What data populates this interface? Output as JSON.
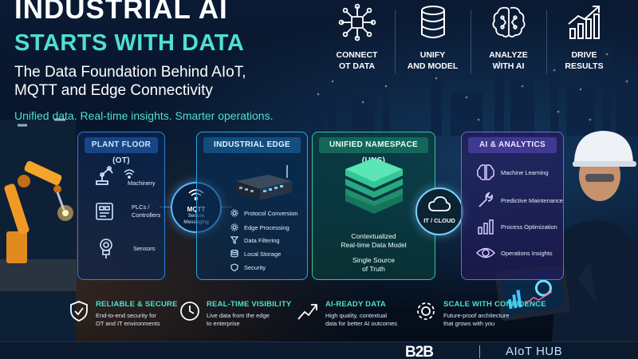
{
  "hero": {
    "line1": "INDUSTRIAL AI",
    "line2": "STARTS WITH DATA",
    "subtitle_1": "The Data Foundation Behind AIoT,",
    "subtitle_2": "MQTT and Edge Connectivity",
    "tagline": "Unified data. Real-time insights. Smarter operations."
  },
  "steps": [
    {
      "icon": "network-chip-icon",
      "line1": "CONNECT",
      "line2": "OT DATA"
    },
    {
      "icon": "database-icon",
      "line1": "UNIFY",
      "line2": "AND MODEL"
    },
    {
      "icon": "brain-icon",
      "line1": "ANALYZE",
      "line2": "WITH AI"
    },
    {
      "icon": "growth-chart-icon",
      "line1": "DRIVE",
      "line2": "RESULTS"
    }
  ],
  "panels": {
    "ot": {
      "title": "PLANT FLOOR (OT)",
      "items": [
        {
          "icon": "robot-arm-icon",
          "label_1": "Machinery",
          "label_2": ""
        },
        {
          "icon": "plc-icon",
          "label_1": "PLCs /",
          "label_2": "Controllers"
        },
        {
          "icon": "sensor-icon",
          "label_1": "Sensors",
          "label_2": ""
        }
      ]
    },
    "mqtt": {
      "title": "MQTT",
      "sub_1": "Secure",
      "sub_2": "Messaging"
    },
    "edge": {
      "title": "INDUSTRIAL EDGE",
      "items": [
        {
          "icon": "gear-icon",
          "label": "Protocol Conversion"
        },
        {
          "icon": "gear-icon",
          "label": "Edge Processing"
        },
        {
          "icon": "filter-icon",
          "label": "Data Filtering"
        },
        {
          "icon": "storage-icon",
          "label": "Local Storage"
        },
        {
          "icon": "shield-icon",
          "label": "Security"
        }
      ]
    },
    "uns": {
      "title": "UNIFIED NAMESPACE (UNS)",
      "text_1": "Contextualized",
      "text_2": "Real-time Data Model",
      "text_3": "Single Source",
      "text_4": "of Truth"
    },
    "cloud": {
      "label": "IT / CLOUD"
    },
    "ai": {
      "title": "AI & ANALYTICS",
      "items": [
        {
          "icon": "brain-icon",
          "label": "Machine Learning"
        },
        {
          "icon": "wrench-icon",
          "label": "Predictive Maintenance"
        },
        {
          "icon": "bar-chart-icon",
          "label": "Process Optimization"
        },
        {
          "icon": "eye-icon",
          "label": "Operations Insights"
        }
      ]
    }
  },
  "benefits": [
    {
      "icon": "shield-check-icon",
      "title": "RELIABLE & SECURE",
      "desc_1": "End-to-end security for",
      "desc_2": "OT and IT environments"
    },
    {
      "icon": "clock-icon",
      "title": "REAL-TIME VISIBILITY",
      "desc_1": "Live data from the edge",
      "desc_2": "to enterprise"
    },
    {
      "icon": "trend-up-icon",
      "title": "AI-READY DATA",
      "desc_1": "High quality, contextual",
      "desc_2": "data for better AI outcomes"
    },
    {
      "icon": "gear-icon",
      "title": "SCALE WITH CONFIDENCE",
      "desc_1": "Future-proof architecture",
      "desc_2": "that grows with you"
    }
  ],
  "footer": {
    "logo_1": "B2B",
    "logo_2": "AIoT HUB"
  },
  "colors": {
    "accent": "#4ee0d0",
    "ot": "#2d83d9",
    "edge": "#2aa6d6",
    "uns": "#2fc99a",
    "ai": "#7b62d9"
  }
}
